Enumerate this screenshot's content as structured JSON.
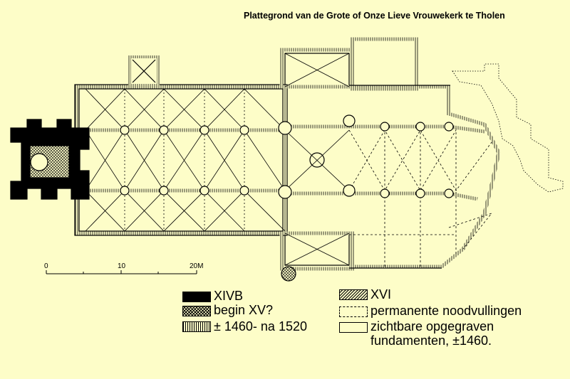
{
  "title": "Plattegrond van de Grote of Onze Lieve Vrouwekerk te Tholen",
  "scale": {
    "labels": [
      "0",
      "10",
      "20M"
    ]
  },
  "legend": [
    {
      "swatch": "solid-black",
      "label": "XIVB"
    },
    {
      "swatch": "cross-hatch",
      "label": "begin XV?"
    },
    {
      "swatch": "vertical-hatch",
      "label": "± 1460- na 1520"
    },
    {
      "swatch": "diagonal-hatch",
      "label": "XVI"
    },
    {
      "swatch": "dashed-outline",
      "label": "permanente noodvullingen"
    },
    {
      "swatch": "empty-outline",
      "label": "zichtbare opgegraven fundamenten,  ±1460."
    }
  ],
  "colors": {
    "background": "#fdfdc8",
    "ink": "#000000"
  }
}
